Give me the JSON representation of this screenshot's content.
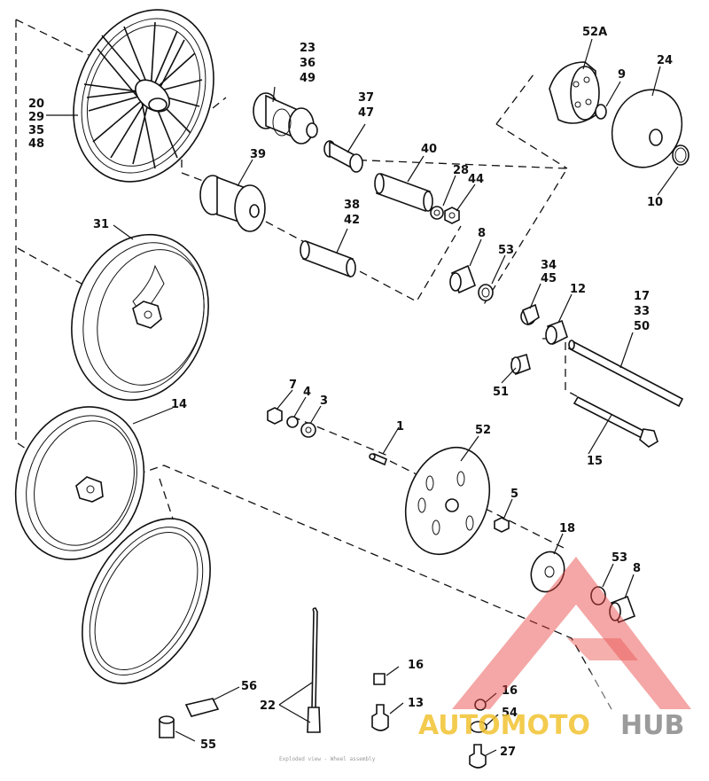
{
  "callouts": {
    "c20_stack": [
      "20",
      "29",
      "35",
      "48"
    ],
    "c23_stack": [
      "23",
      "36",
      "49"
    ],
    "c37_stack": [
      "37",
      "47"
    ],
    "c38_stack": [
      "38",
      "42"
    ],
    "c34_stack": [
      "34",
      "45"
    ],
    "c17_stack": [
      "17",
      "33",
      "50"
    ],
    "c52a": "52A",
    "c9": "9",
    "c24": "24",
    "c10": "10",
    "c39": "39",
    "c40": "40",
    "c28": "28",
    "c44": "44",
    "c31": "31",
    "c8": "8",
    "c53": "53",
    "c12": "12",
    "c51": "51",
    "c15": "15",
    "c7": "7",
    "c4": "4",
    "c3": "3",
    "c1": "1",
    "c52": "52",
    "c14": "14",
    "c5": "5",
    "c18": "18",
    "c53b": "53",
    "c8b": "8",
    "c16": "16",
    "c13": "13",
    "c56": "56",
    "c22": "22",
    "c16b": "16",
    "c54": "54",
    "c55": "55",
    "c27": "27"
  },
  "watermark": {
    "part1": "AUTOMOTO",
    "part2": "HUB",
    "color_red": "#e8433f",
    "color_yellow": "#f2c230",
    "color_grey": "#8a8a8a"
  },
  "footer_note": "Exploded view - Wheel assembly"
}
